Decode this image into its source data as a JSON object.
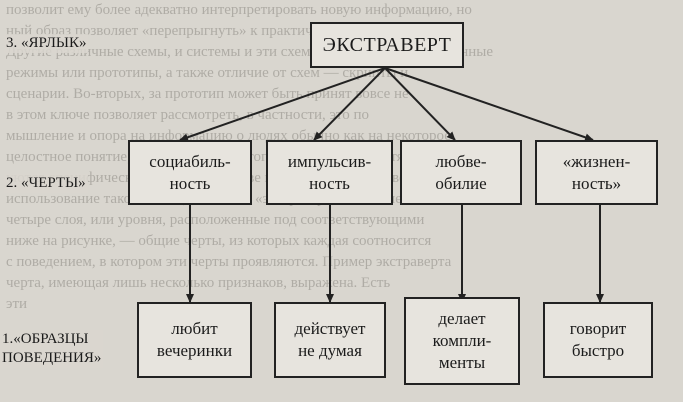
{
  "background_text": [
    "позволит ему более адекватно интерпретировать новую информацию, но",
    "ный образ позволяет «перепрыгнуть» к практическим выводам.",
    "Другие различные схемы, и системы и эти схемы — это уже рассмотренные",
    "режимы или прототипы, а также отличие от схем — скрипты и",
    "сценарии. Во-вторых, за прототип может быть принят вовсе не",
    "в этом ключе позволяет рассмотреть, в частности, это по",
    "мышление и опора на информацию о людях обычно как на некоторое",
    "целостное понятие, о котором, кроме того, между этими частями формир",
    "уются специфические связи. В качестве примера можно привести",
    "использование такой схемы, как схема «экстраверт». Ее элементы",
    "четыре слоя, или уровня, расположенные под соответствующими",
    "ниже на рисунке, — общие черты, из которых каждая соотносится",
    "с поведением, в котором эти черты проявляются. Пример экстраверта",
    "черта, имеющая лишь несколько признаков, выражена. Есть",
    "эти"
  ],
  "diagram": {
    "root": "ЭКСТРАВЕРТ",
    "levels": [
      "3. «ЯРЛЫК»",
      "2. «ЧЕРТЫ»",
      "1.«ОБРАЗЦЫ\nПОВЕДЕНИЯ»"
    ],
    "traits": [
      "социабиль-\nность",
      "импульсив-\nность",
      "любве-\nобилие",
      "«жизнен-\nность»"
    ],
    "behaviors": [
      "любит\nвечеринки",
      "действует\nне думая",
      "делает\nкомпли-\nменты",
      "говорит\nбыстро"
    ]
  }
}
